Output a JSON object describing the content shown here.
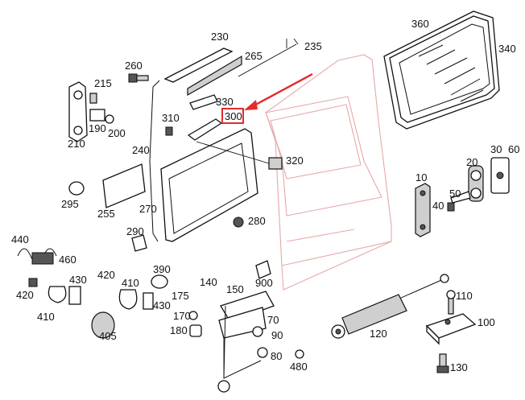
{
  "accent_color": "#e32b2b",
  "door_outline_color": "#e7a9a9",
  "highlighted_part": "300",
  "callouts": {
    "p10": "10",
    "p20": "20",
    "p30": "30",
    "p40": "40",
    "p50": "50",
    "p60": "60",
    "p70": "70",
    "p80": "80",
    "p90": "90",
    "p100": "100",
    "p110": "110",
    "p120": "120",
    "p130": "130",
    "p140": "140",
    "p150": "150",
    "p170": "170",
    "p175": "175",
    "p180": "180",
    "p190": "190",
    "p200": "200",
    "p210": "210",
    "p215": "215",
    "p230": "230",
    "p235": "235",
    "p240": "240",
    "p255": "255",
    "p260": "260",
    "p265": "265",
    "p270": "270",
    "p280": "280",
    "p290": "290",
    "p295": "295",
    "p300": "300",
    "p310": "310",
    "p320": "320",
    "p330": "330",
    "p340": "340",
    "p360": "360",
    "p390": "390",
    "p405": "405",
    "p410a": "410",
    "p410b": "410",
    "p420a": "420",
    "p420b": "420",
    "p430a": "430",
    "p430b": "430",
    "p440": "440",
    "p460": "460",
    "p480": "480",
    "p900": "900"
  }
}
